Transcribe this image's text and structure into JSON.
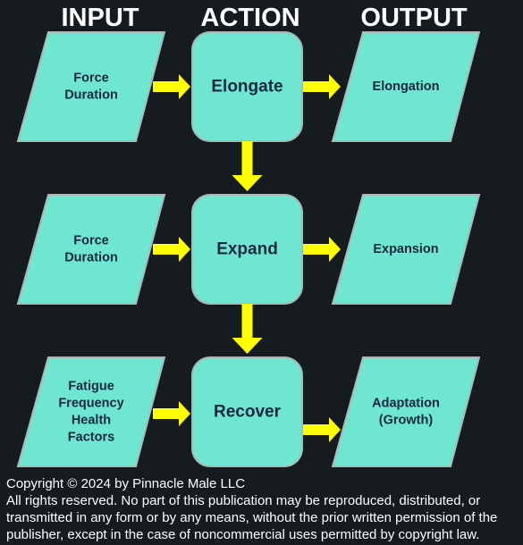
{
  "headers": {
    "input": "INPUT",
    "action": "ACTION",
    "output": "OUTPUT"
  },
  "rows": [
    {
      "input": [
        "Force",
        "Duration"
      ],
      "action": "Elongate",
      "output": [
        "Elongation"
      ]
    },
    {
      "input": [
        "Force",
        "Duration"
      ],
      "action": "Expand",
      "output": [
        "Expansion"
      ]
    },
    {
      "input": [
        "Fatigue",
        "Frequency",
        "Health",
        "Factors"
      ],
      "action": "Recover",
      "output": [
        "Adaptation",
        "(Growth)"
      ]
    }
  ],
  "colors": {
    "background": "#161b1f",
    "shape_fill": "#6ee6d2",
    "shape_stroke": "#a9b9b4",
    "arrow": "#ffff00",
    "label_text": "#14283d",
    "header_text": "#ffffff"
  },
  "copyright": {
    "line1": "Copyright © 2024 by Pinnacle Male LLC",
    "line2": "All rights reserved. No part of this publication may be reproduced, distributed, or",
    "line3": "transmitted in any form or by any means, without the prior written permission of the",
    "line4": "publisher, except in the case of noncommercial uses permitted by copyright law."
  }
}
